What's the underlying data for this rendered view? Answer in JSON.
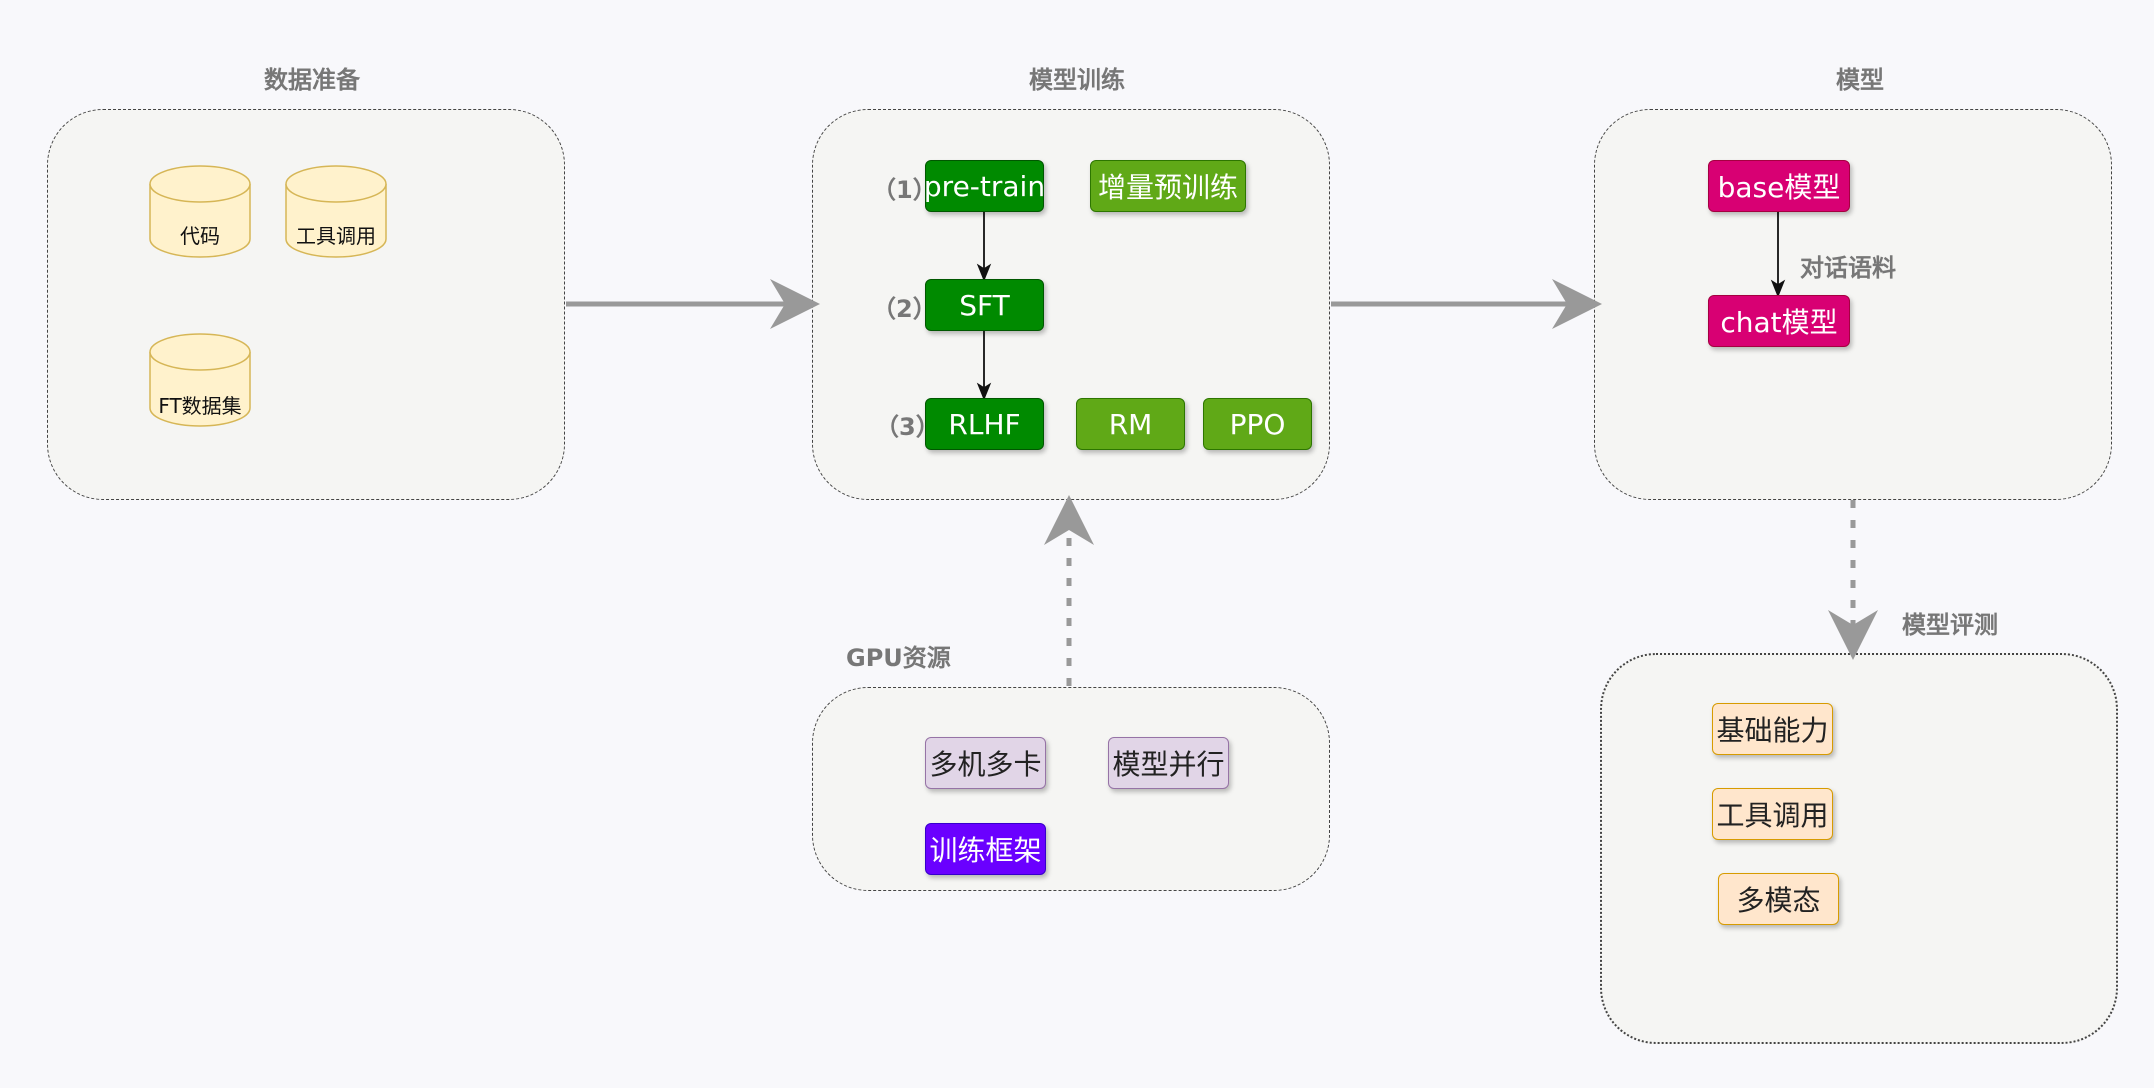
{
  "sections": {
    "data_prep": {
      "title": "数据准备",
      "items": [
        "代码",
        "工具调用",
        "FT数据集"
      ]
    },
    "training": {
      "title": "模型训练",
      "steps": [
        "（1）",
        "（2）",
        "（3）"
      ],
      "pretrain": "pre-train",
      "incremental": "增量预训练",
      "sft": "SFT",
      "rlhf": "RLHF",
      "rm": "RM",
      "ppo": "PPO"
    },
    "model": {
      "title": "模型",
      "base": "base模型",
      "chat": "chat模型",
      "edge_label": "对话语料"
    },
    "gpu": {
      "title": "GPU资源",
      "multi": "多机多卡",
      "parallel": "模型并行",
      "framework": "训练框架"
    },
    "eval": {
      "title": "模型评测",
      "basic": "基础能力",
      "tools": "工具调用",
      "multimodal": "多模态"
    }
  },
  "colors": {
    "dark_green": "#008a00",
    "light_green": "#60a917",
    "pink": "#d80073",
    "lavender": "#e1d5e7",
    "violet": "#6a00ff",
    "peach": "#ffe6cc",
    "cylinder": "#fff2cc",
    "arrow_gray": "#999999"
  }
}
